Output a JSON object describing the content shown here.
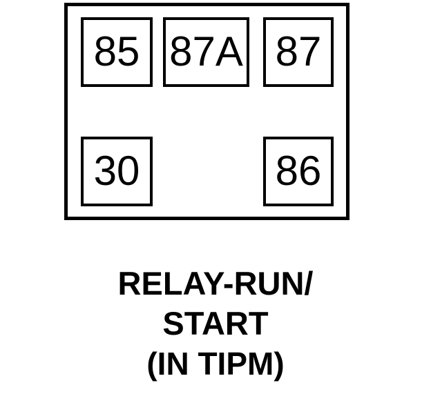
{
  "diagram": {
    "type": "automotive-relay-pinout",
    "outline_color": "#000000",
    "background_color": "#ffffff",
    "terminals": [
      {
        "id": "85",
        "label": "85",
        "row": "top",
        "position": "left"
      },
      {
        "id": "87A",
        "label": "87A",
        "row": "top",
        "position": "center"
      },
      {
        "id": "87",
        "label": "87",
        "row": "top",
        "position": "right"
      },
      {
        "id": "30",
        "label": "30",
        "row": "bottom",
        "position": "left"
      },
      {
        "id": "86",
        "label": "86",
        "row": "bottom",
        "position": "right"
      }
    ]
  },
  "caption": {
    "line1": "RELAY-RUN/",
    "line2": "START",
    "line3": "(IN TIPM)",
    "full_text": "RELAY-RUN/START (IN TIPM)"
  }
}
